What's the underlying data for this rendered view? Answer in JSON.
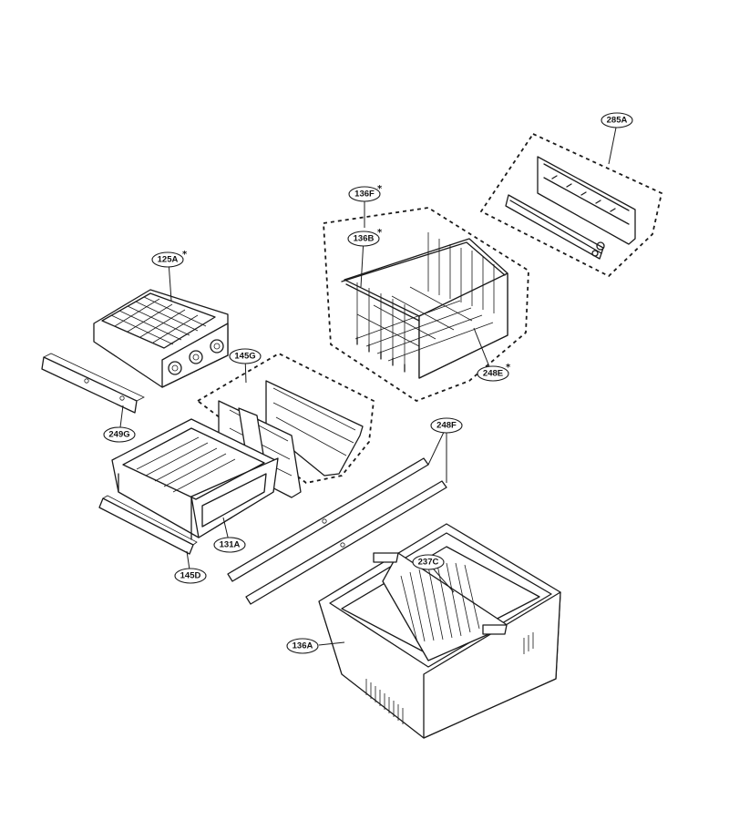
{
  "diagram": {
    "callouts": [
      {
        "id": "285A",
        "text": "285A",
        "star": false
      },
      {
        "id": "136F",
        "text": "136F",
        "star": true
      },
      {
        "id": "136B",
        "text": "136B",
        "star": true
      },
      {
        "id": "125A",
        "text": "125A",
        "star": true
      },
      {
        "id": "145G",
        "text": "145G",
        "star": false
      },
      {
        "id": "248E",
        "text": "248E",
        "star": true
      },
      {
        "id": "249G",
        "text": "249G",
        "star": false
      },
      {
        "id": "248F",
        "text": "248F",
        "star": false
      },
      {
        "id": "131A",
        "text": "131A",
        "star": false
      },
      {
        "id": "145D",
        "text": "145D",
        "star": false
      },
      {
        "id": "237C",
        "text": "237C",
        "star": false
      },
      {
        "id": "136A",
        "text": "136A",
        "star": false
      }
    ],
    "star_symbol": "*"
  }
}
